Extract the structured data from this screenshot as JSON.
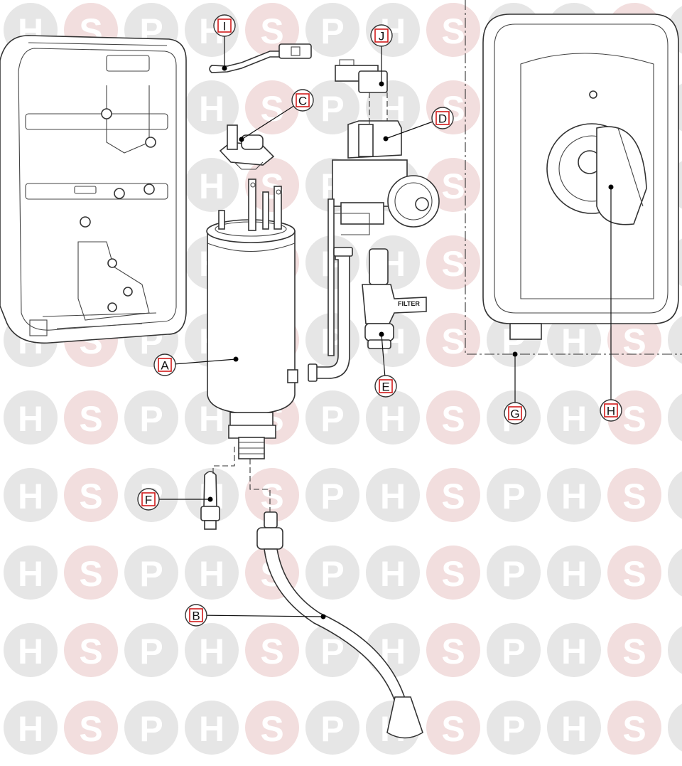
{
  "diagram": {
    "watermark": {
      "letters": [
        "H",
        "S",
        "P"
      ],
      "circle_colors": [
        "#e6e6e6",
        "#f2dede",
        "#e6e6e6"
      ],
      "letter_colors": [
        "#ffffff",
        "#ffffff",
        "#ffffff"
      ]
    },
    "callouts": [
      {
        "id": "A",
        "label": "A"
      },
      {
        "id": "B",
        "label": "B"
      },
      {
        "id": "C",
        "label": "C"
      },
      {
        "id": "D",
        "label": "D"
      },
      {
        "id": "E",
        "label": "E"
      },
      {
        "id": "F",
        "label": "F"
      },
      {
        "id": "G",
        "label": "G"
      },
      {
        "id": "H",
        "label": "H"
      },
      {
        "id": "I",
        "label": "I"
      },
      {
        "id": "J",
        "label": "J"
      }
    ],
    "filter_text": "FILTER",
    "callout_box_color": "#d11a1a",
    "line_color": "#333333"
  }
}
